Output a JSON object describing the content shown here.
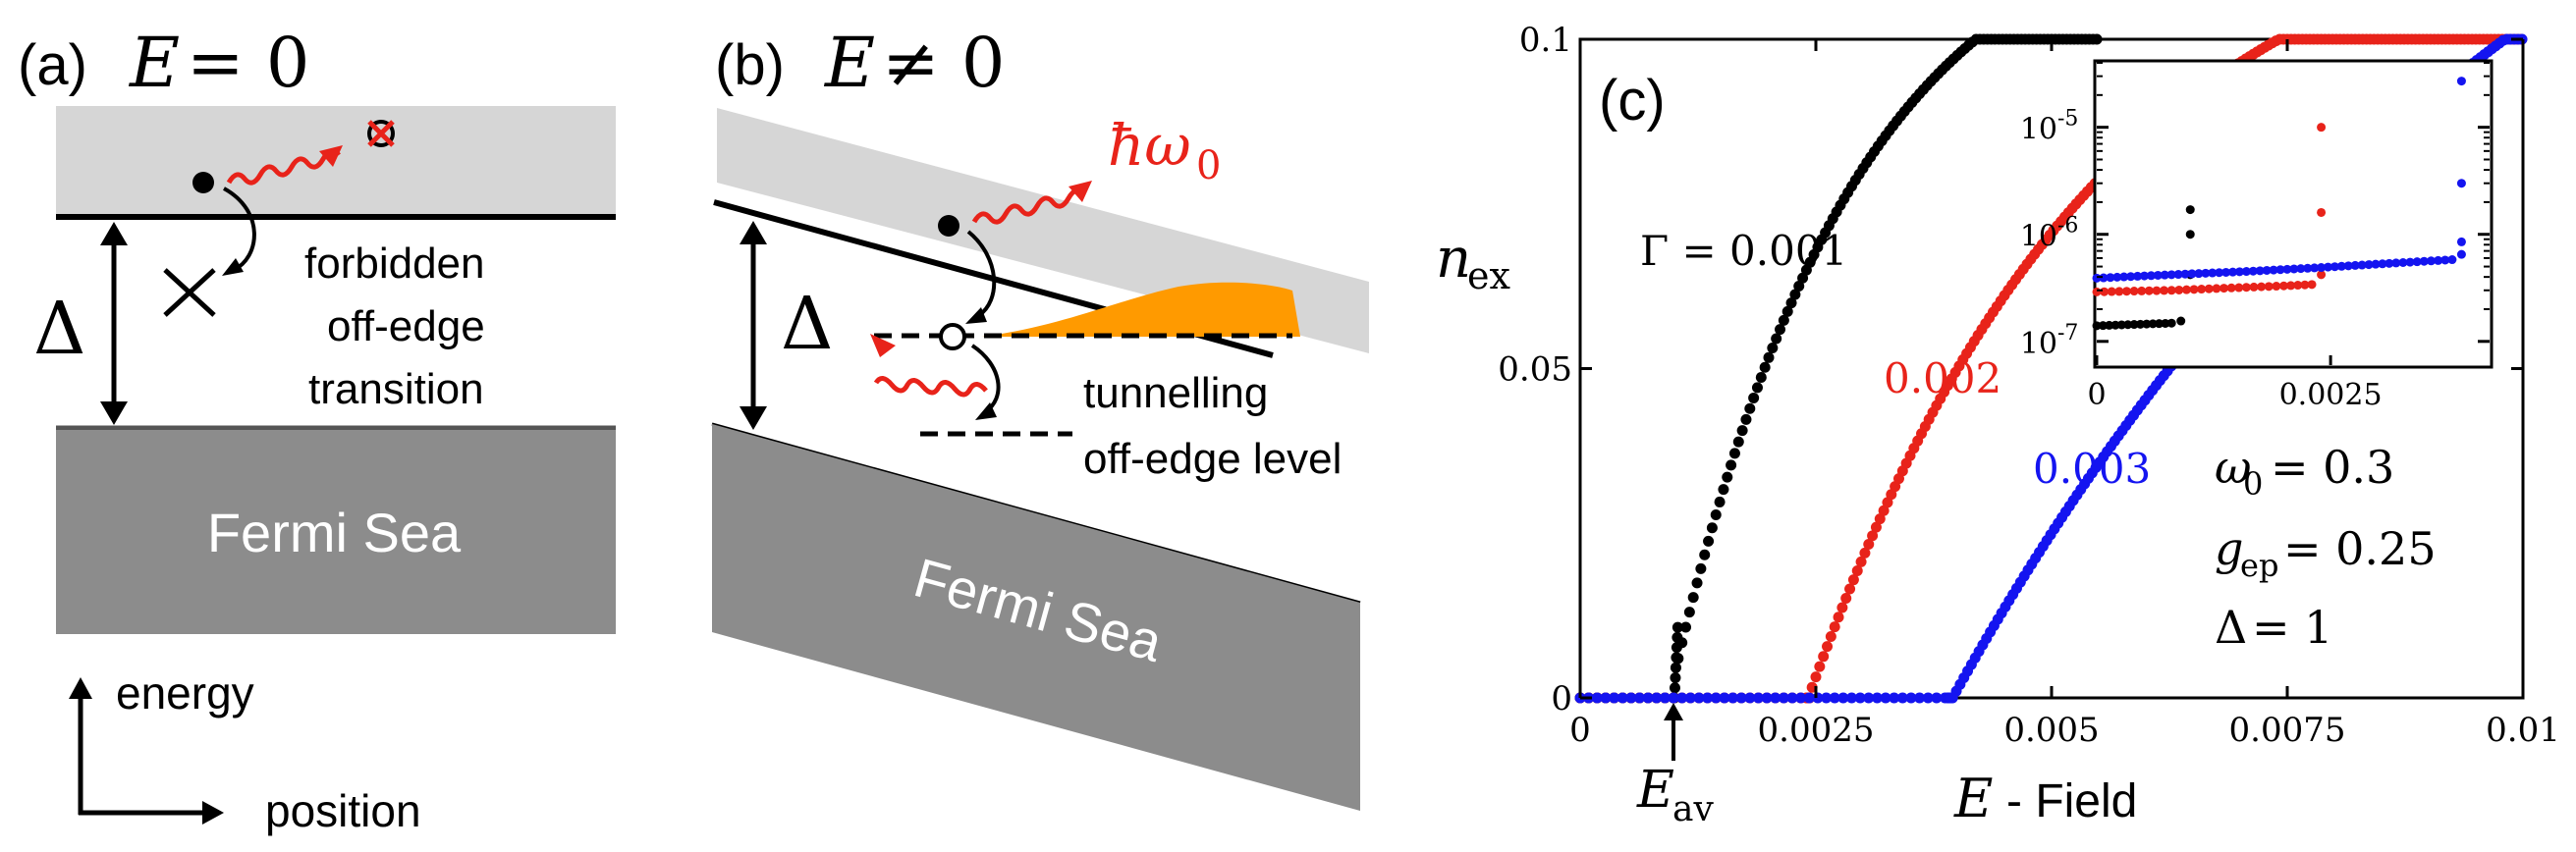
{
  "colors": {
    "black": "#000000",
    "red": "#e8231a",
    "blue": "#1414f0",
    "orange": "#ff9a00",
    "light_gray": "#d6d6d6",
    "dark_gray": "#8c8c8c"
  },
  "panel_a": {
    "label": "(a)",
    "title_var": "E",
    "title_rel": "= 0",
    "delta": "Δ",
    "annotation_lines": [
      "forbidden",
      "off-edge",
      "transition"
    ],
    "fermi_sea": "Fermi Sea",
    "axis_energy": "energy",
    "axis_position": "position"
  },
  "panel_b": {
    "label": "(b)",
    "title_var": "E",
    "title_rel": "≠ 0",
    "photon_main": "ħω",
    "photon_sub": "0",
    "delta": "Δ",
    "annotation_lines": [
      "tunnelling",
      "off-edge level"
    ],
    "fermi_sea": "Fermi Sea"
  },
  "panel_c": {
    "label": "(c)",
    "y_axis_label_main": "n",
    "y_axis_label_sub": "ex",
    "x_axis_label_var": "E",
    "x_axis_label_text": "- Field",
    "e_av_main": "E",
    "e_av_sub": "av",
    "x_ticks": [
      "0",
      "0.0025",
      "0.005",
      "0.0075",
      "0.01"
    ],
    "y_ticks": [
      "0",
      "0.05",
      "0.1"
    ],
    "series_labels": [
      "Γ = 0.001",
      "0.002",
      "0.003"
    ],
    "params": [
      {
        "sym": "ω",
        "sub": "0",
        "val": "= 0.3"
      },
      {
        "sym": "g",
        "sub": "ep",
        "val": "= 0.25"
      },
      {
        "sym": "Δ",
        "sub": "",
        "val": "= 1"
      }
    ],
    "inset_x_ticks": [
      "0",
      "0.0025"
    ],
    "inset_y_ticks": [
      {
        "base": "10",
        "exp": "-5"
      },
      {
        "base": "10",
        "exp": "-6"
      },
      {
        "base": "10",
        "exp": "-7"
      }
    ]
  },
  "chart_data": {
    "type": "scatter",
    "xlabel": "E - Field",
    "ylabel": "n_ex",
    "xlim": [
      0,
      0.01
    ],
    "ylim": [
      0,
      0.1
    ],
    "grid": false,
    "series": [
      {
        "name": "Γ = 0.001",
        "color": "#000000",
        "onset": 0.001,
        "knee": 0.00104,
        "rate": 0.00194,
        "amp": 0.117,
        "lim_end": 0.0055,
        "pre": 0.00025
      },
      {
        "name": "0.002",
        "color": "#e8231a",
        "onset": 0.0024,
        "knee": 0.00242,
        "rate": 0.0031,
        "amp": 0.125,
        "lim_end": 0.01,
        "pre": 0.0
      },
      {
        "name": "0.003",
        "color": "#1414f0",
        "onset": 0.0039,
        "knee": 0.00395,
        "rate": 0.0066,
        "amp": 0.17,
        "lim_end": 0.01,
        "pre": 0.0
      }
    ],
    "inset": {
      "type": "scatter",
      "yscale": "log",
      "xlim": [
        0,
        0.0042
      ],
      "ylim": [
        6e-08,
        4e-05
      ],
      "series": [
        {
          "name": "Γ = 0.001",
          "color": "#000000",
          "points": [
            [
              0.0,
              1.4e-07
            ],
            [
              0.0002,
              1.42e-07
            ],
            [
              0.0004,
              1.44e-07
            ],
            [
              0.0006,
              1.46e-07
            ],
            [
              0.0008,
              1.48e-07
            ],
            [
              0.0009,
              1.55e-07
            ],
            [
              0.001,
              4.2e-07
            ],
            [
              0.001,
              1e-06
            ],
            [
              0.001,
              1.7e-06
            ]
          ]
        },
        {
          "name": "0.002",
          "color": "#e8231a",
          "points": [
            [
              0.0,
              2.9e-07
            ],
            [
              0.0004,
              2.95e-07
            ],
            [
              0.0008,
              3e-07
            ],
            [
              0.0012,
              3.1e-07
            ],
            [
              0.0016,
              3.2e-07
            ],
            [
              0.002,
              3.3e-07
            ],
            [
              0.0023,
              3.4e-07
            ],
            [
              0.0024,
              4.2e-07
            ],
            [
              0.0024,
              1.6e-06
            ],
            [
              0.0024,
              1e-05
            ]
          ]
        },
        {
          "name": "0.003",
          "color": "#1414f0",
          "points": [
            [
              0.0,
              3.9e-07
            ],
            [
              0.0008,
              4.2e-07
            ],
            [
              0.0016,
              4.5e-07
            ],
            [
              0.0024,
              4.9e-07
            ],
            [
              0.0032,
              5.4e-07
            ],
            [
              0.0038,
              5.8e-07
            ],
            [
              0.0039,
              6.5e-07
            ],
            [
              0.0039,
              8.5e-07
            ],
            [
              0.0039,
              3e-06
            ],
            [
              0.0039,
              2.7e-05
            ]
          ]
        }
      ]
    }
  }
}
